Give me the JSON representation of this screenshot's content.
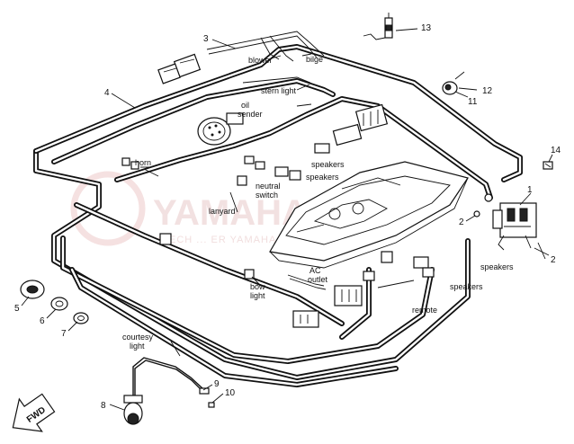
{
  "watermark": {
    "text": "YAMAHA",
    "subtext": "CIECH ... ER YAMAHA"
  },
  "labels": {
    "blower": "blower",
    "bilge": "bilge",
    "stern_light": "stern light",
    "oil_sender": "oil\nsender",
    "horn": "horn",
    "speakers_top": "speakers",
    "speakers_mid": "speakers",
    "neutral_switch": "neutral\nswitch",
    "lanyard": "lanyard",
    "bow_light": "bow\nlight",
    "ac_outlet": "AC\noutlet",
    "speakers_right1": "speakers",
    "speakers_right2": "speakers",
    "remote": "remote",
    "courtesy_light": "courtesy\nlight",
    "fwd": "FWD"
  },
  "callouts": [
    "1",
    "2",
    "2",
    "3",
    "4",
    "5",
    "6",
    "7",
    "8",
    "9",
    "10",
    "11",
    "12",
    "13",
    "14"
  ]
}
